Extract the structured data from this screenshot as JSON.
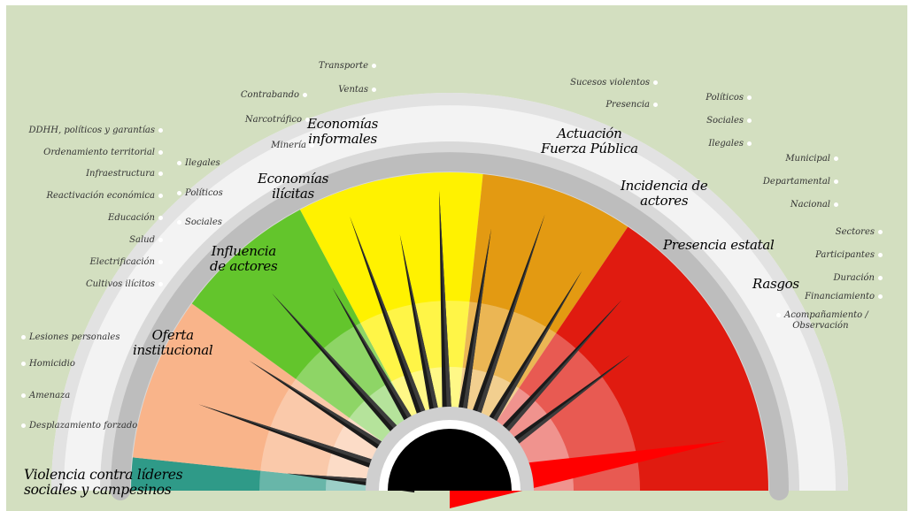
{
  "diagram": {
    "gauge_labels": {
      "violencia": "Violencia contra líderes\nsociales y campesinos",
      "oferta": "Oferta\ninstitucional",
      "influencia": "Influencia\nde actores",
      "economias_ilicitas": "Economías\nilícitas",
      "economias_informales": "Economías\ninformales",
      "actuacion": "Actuación\nFuerza Pública",
      "incidencia": "Incidencia de\nactores",
      "presencia_estatal": "Presencia estatal",
      "rasgos": "Rasgos"
    },
    "sub_labels": {
      "violencia": [
        "Lesiones personales",
        "Homicidio",
        "Amenaza",
        "Desplazamiento forzado"
      ],
      "oferta": [
        "DDHH, políticos y garantías",
        "Ordenamiento territorial",
        "Infraestructura",
        "Reactivación económica",
        "Educación",
        "Salud",
        "Electrificación",
        "Cultivos ilícitos"
      ],
      "influencia": [
        "Ilegales",
        "Políticos",
        "Sociales"
      ],
      "economias_informales": [
        "Transporte",
        "Ventas",
        "Contrabando",
        "Narcotráfico",
        "Minería"
      ],
      "actuacion": [
        "Sucesos violentos",
        "Presencia"
      ],
      "incidencia": [
        "Políticos",
        "Sociales",
        "Ilegales"
      ],
      "presencia_estatal": [
        "Municipal",
        "Departamental",
        "Nacional"
      ],
      "rasgos": [
        "Sectores",
        "Participantes",
        "Duración",
        "Financiamiento",
        "Acompañamiento /\nObservación"
      ]
    },
    "colors": {
      "background": "#d3dfc0",
      "segment_teal": "#2f9a88",
      "segment_peach": "#f9b48a",
      "segment_green": "#63c52c",
      "segment_yellow": "#fff200",
      "segment_orange": "#e39a12",
      "segment_red": "#e01b10",
      "needle": "#ff0000",
      "hub": "#000000"
    }
  }
}
